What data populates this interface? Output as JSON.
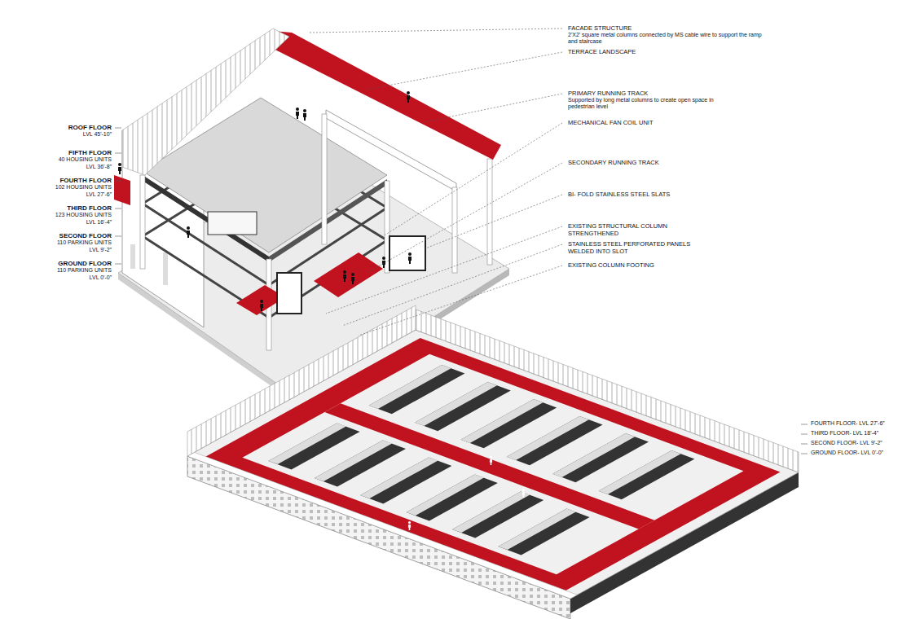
{
  "diagram": {
    "labels": [
      "FACADE STRUCTURE",
      "2'X2' square metal columns connected by MS cable wire to support the ramp and staircase",
      "TERRACE LANDSCAPE",
      "PRIMARY RUNNING TRACK",
      "Supported by long metal columns to create open space in pedestrian level",
      "MECHANICAL FAN COIL UNIT",
      "SECONDARY RUNNING TRACK",
      "BI- FOLD STAINLESS STEEL SLATS",
      "EXISTING STRUCTURAL COLUMN STRENGTHENED",
      "STAINLESS STEEL PERFORATED PANELS WELDED INTO SLOT",
      "EXISTING COLUMN FOOTING",
      "ROOF FLOOR",
      "LVL 45'-10”",
      "FIFTH FLOOR",
      "40 HOUSING UNITS",
      "LVL 36'-8”",
      "FOURTH FLOOR",
      "102 HOUSING UNITS",
      "LVL 27'-6”",
      "THIRD FLOOR",
      "123 HOUSING UNITS",
      "LVL 16'-4”",
      "SECOND FLOOR",
      "110 PARKING UNITS",
      "LVL 9'-2”",
      "GROUND FLOOR",
      "110 PARKING UNITS",
      "LVL 0'-0”",
      "FOURTH FLOOR- LVL 27'-6”",
      "THIRD FLOOR- LVL 18'-4”",
      "SECOND FLOOR- LVL 9'-2”",
      "GROUND FLOOR- LVL 0'-0”"
    ]
  }
}
